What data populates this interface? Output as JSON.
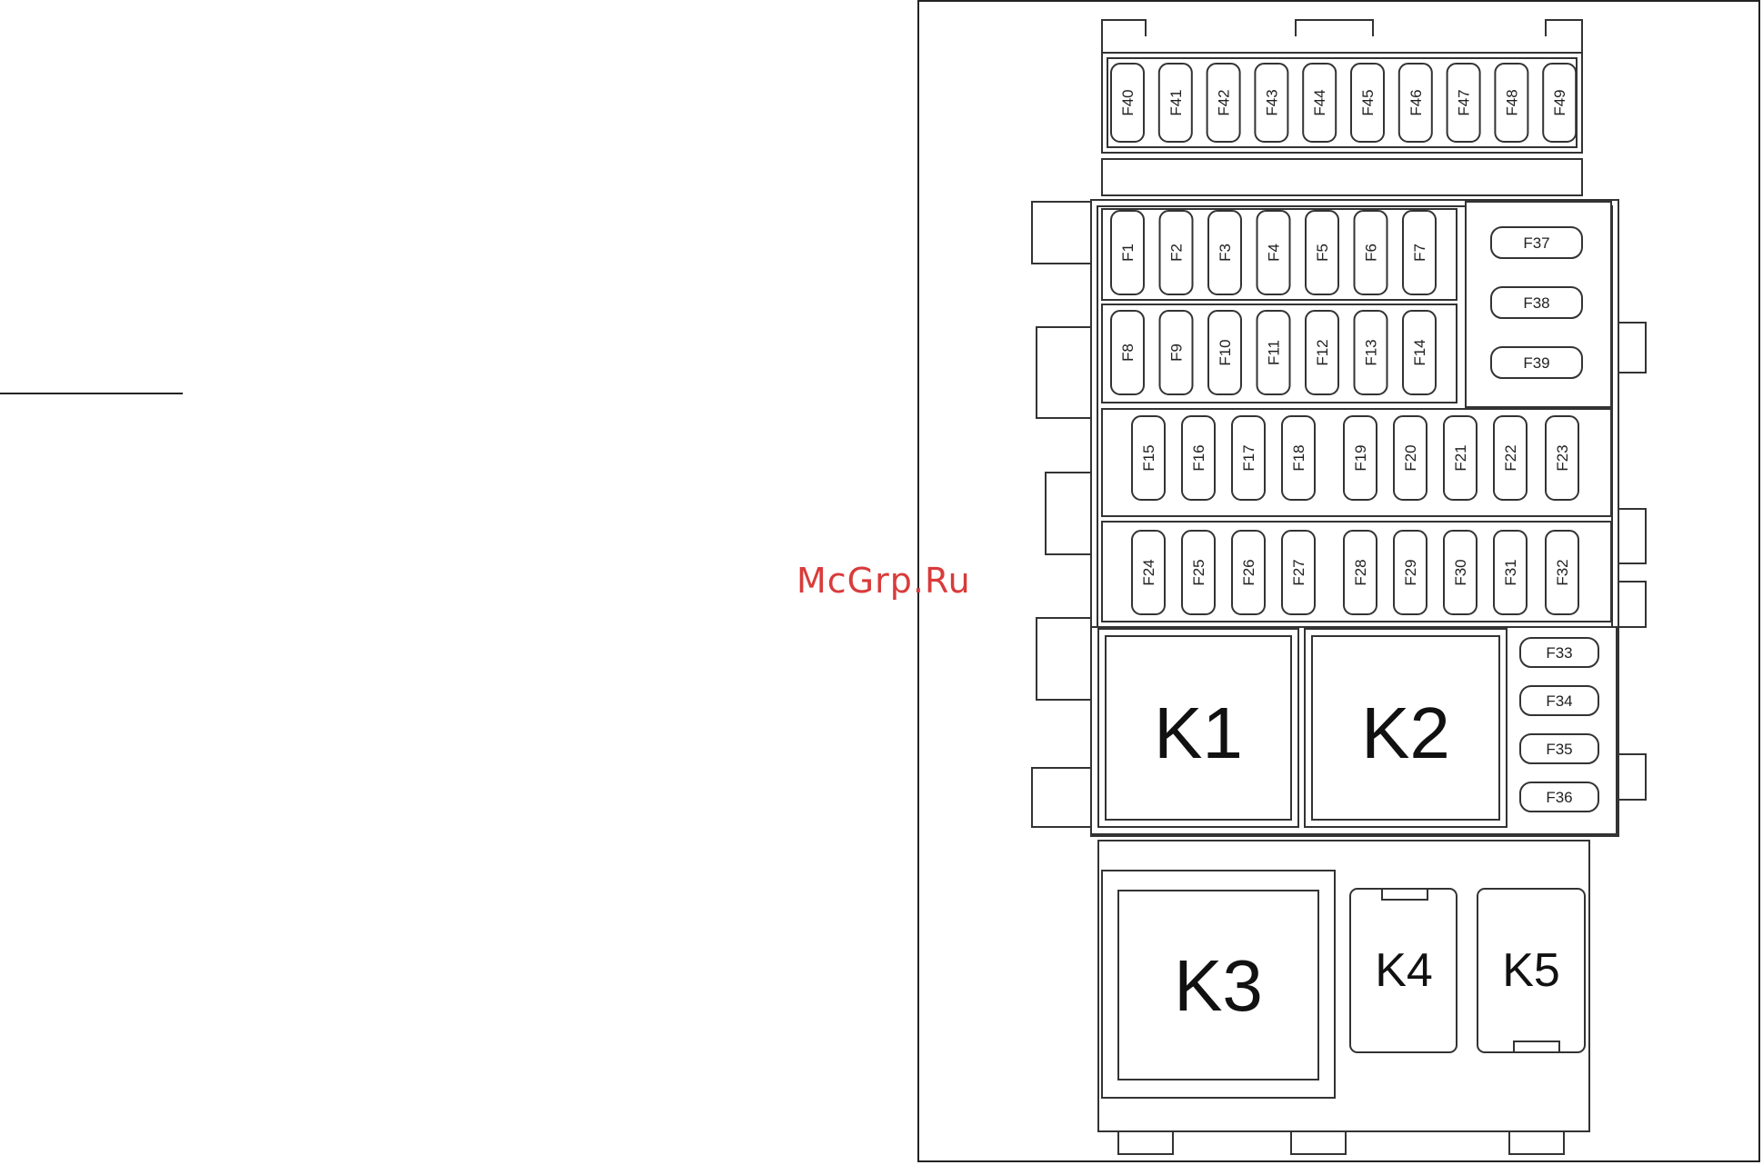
{
  "watermark": "McGrp.Ru",
  "fuses": {
    "top_row": [
      "F40",
      "F41",
      "F42",
      "F43",
      "F44",
      "F45",
      "F46",
      "F47",
      "F48",
      "F49"
    ],
    "row1": [
      "F1",
      "F2",
      "F3",
      "F4",
      "F5",
      "F6",
      "F7"
    ],
    "row2": [
      "F8",
      "F9",
      "F10",
      "F11",
      "F12",
      "F13",
      "F14"
    ],
    "row3": [
      "F15",
      "F16",
      "F17",
      "F18",
      "F19",
      "F20",
      "F21",
      "F22",
      "F23"
    ],
    "row4": [
      "F24",
      "F25",
      "F26",
      "F27",
      "F28",
      "F29",
      "F30",
      "F31",
      "F32"
    ],
    "right_large": [
      "F37",
      "F38",
      "F39"
    ],
    "right_small": [
      "F33",
      "F34",
      "F35",
      "F36"
    ]
  },
  "relays": {
    "k1": "K1",
    "k2": "K2",
    "k3": "K3",
    "k4": "K4",
    "k5": "K5"
  }
}
